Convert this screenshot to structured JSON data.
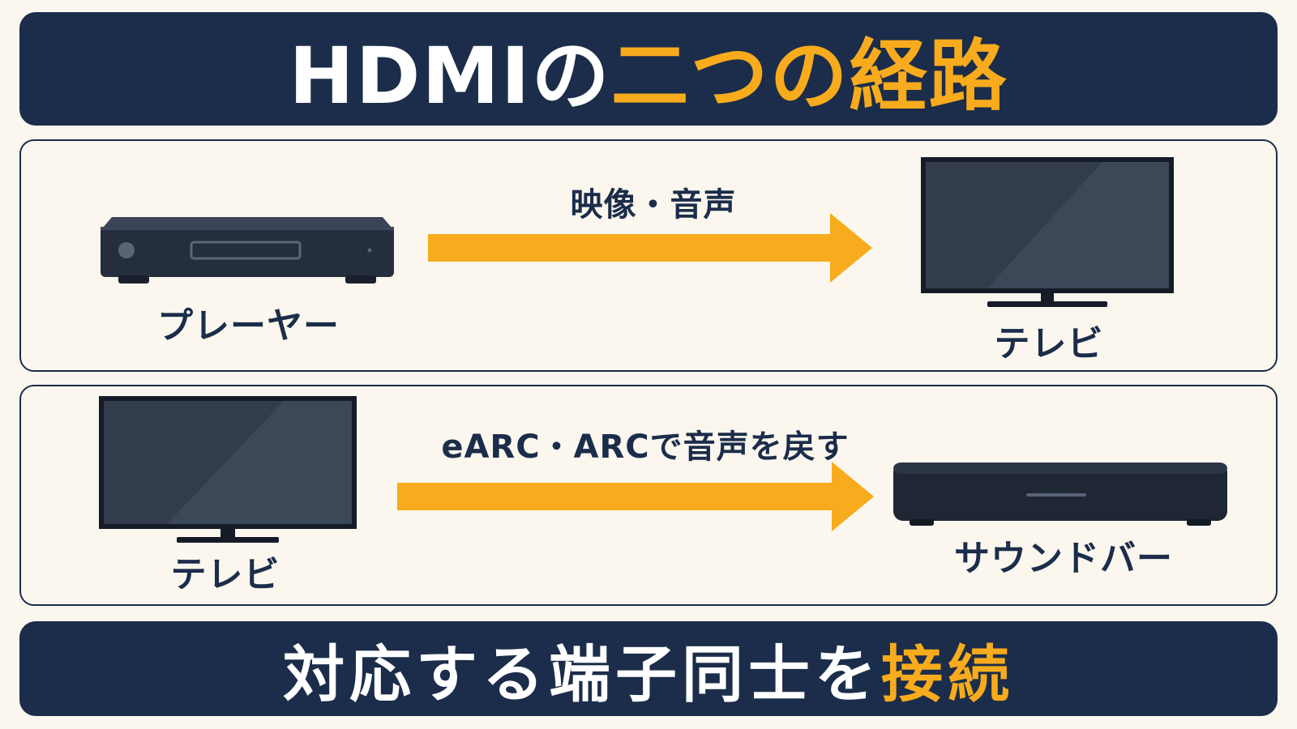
{
  "title": {
    "prefix": "HDMIの",
    "highlight": "二つの経路"
  },
  "route_1": {
    "source": "プレーヤー",
    "arrow_label": "映像・音声",
    "target": "テレビ"
  },
  "route_2": {
    "source": "テレビ",
    "arrow_label": "eARC・ARCで音声を戻す",
    "target": "サウンドバー"
  },
  "footer": {
    "prefix": "対応する端子同士を",
    "highlight": "接続"
  },
  "colors": {
    "navy": "#1b2d4a",
    "accent": "#f8ab1c",
    "background": "#fbf7ee",
    "device": "#2a3343"
  }
}
